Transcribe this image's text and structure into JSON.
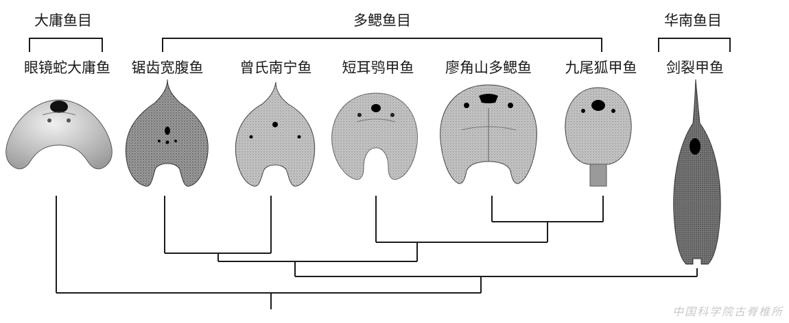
{
  "orders": {
    "daporyong": "大庸鱼目",
    "duosaiyu": "多鳃鱼目",
    "huanan": "华南鱼目"
  },
  "species": [
    "眼镜蛇大庸鱼",
    "锯齿宽腹鱼",
    "曾氏南宁鱼",
    "短耳鸮甲鱼",
    "廖角山多鳃鱼",
    "九尾狐甲鱼",
    "剑裂甲鱼"
  ],
  "watermark": "中国科学院古脊椎所",
  "colors": {
    "line": "#1a1a1a",
    "fish_dark": "#6f6f6f",
    "fish_light": "#d8d8d8"
  }
}
